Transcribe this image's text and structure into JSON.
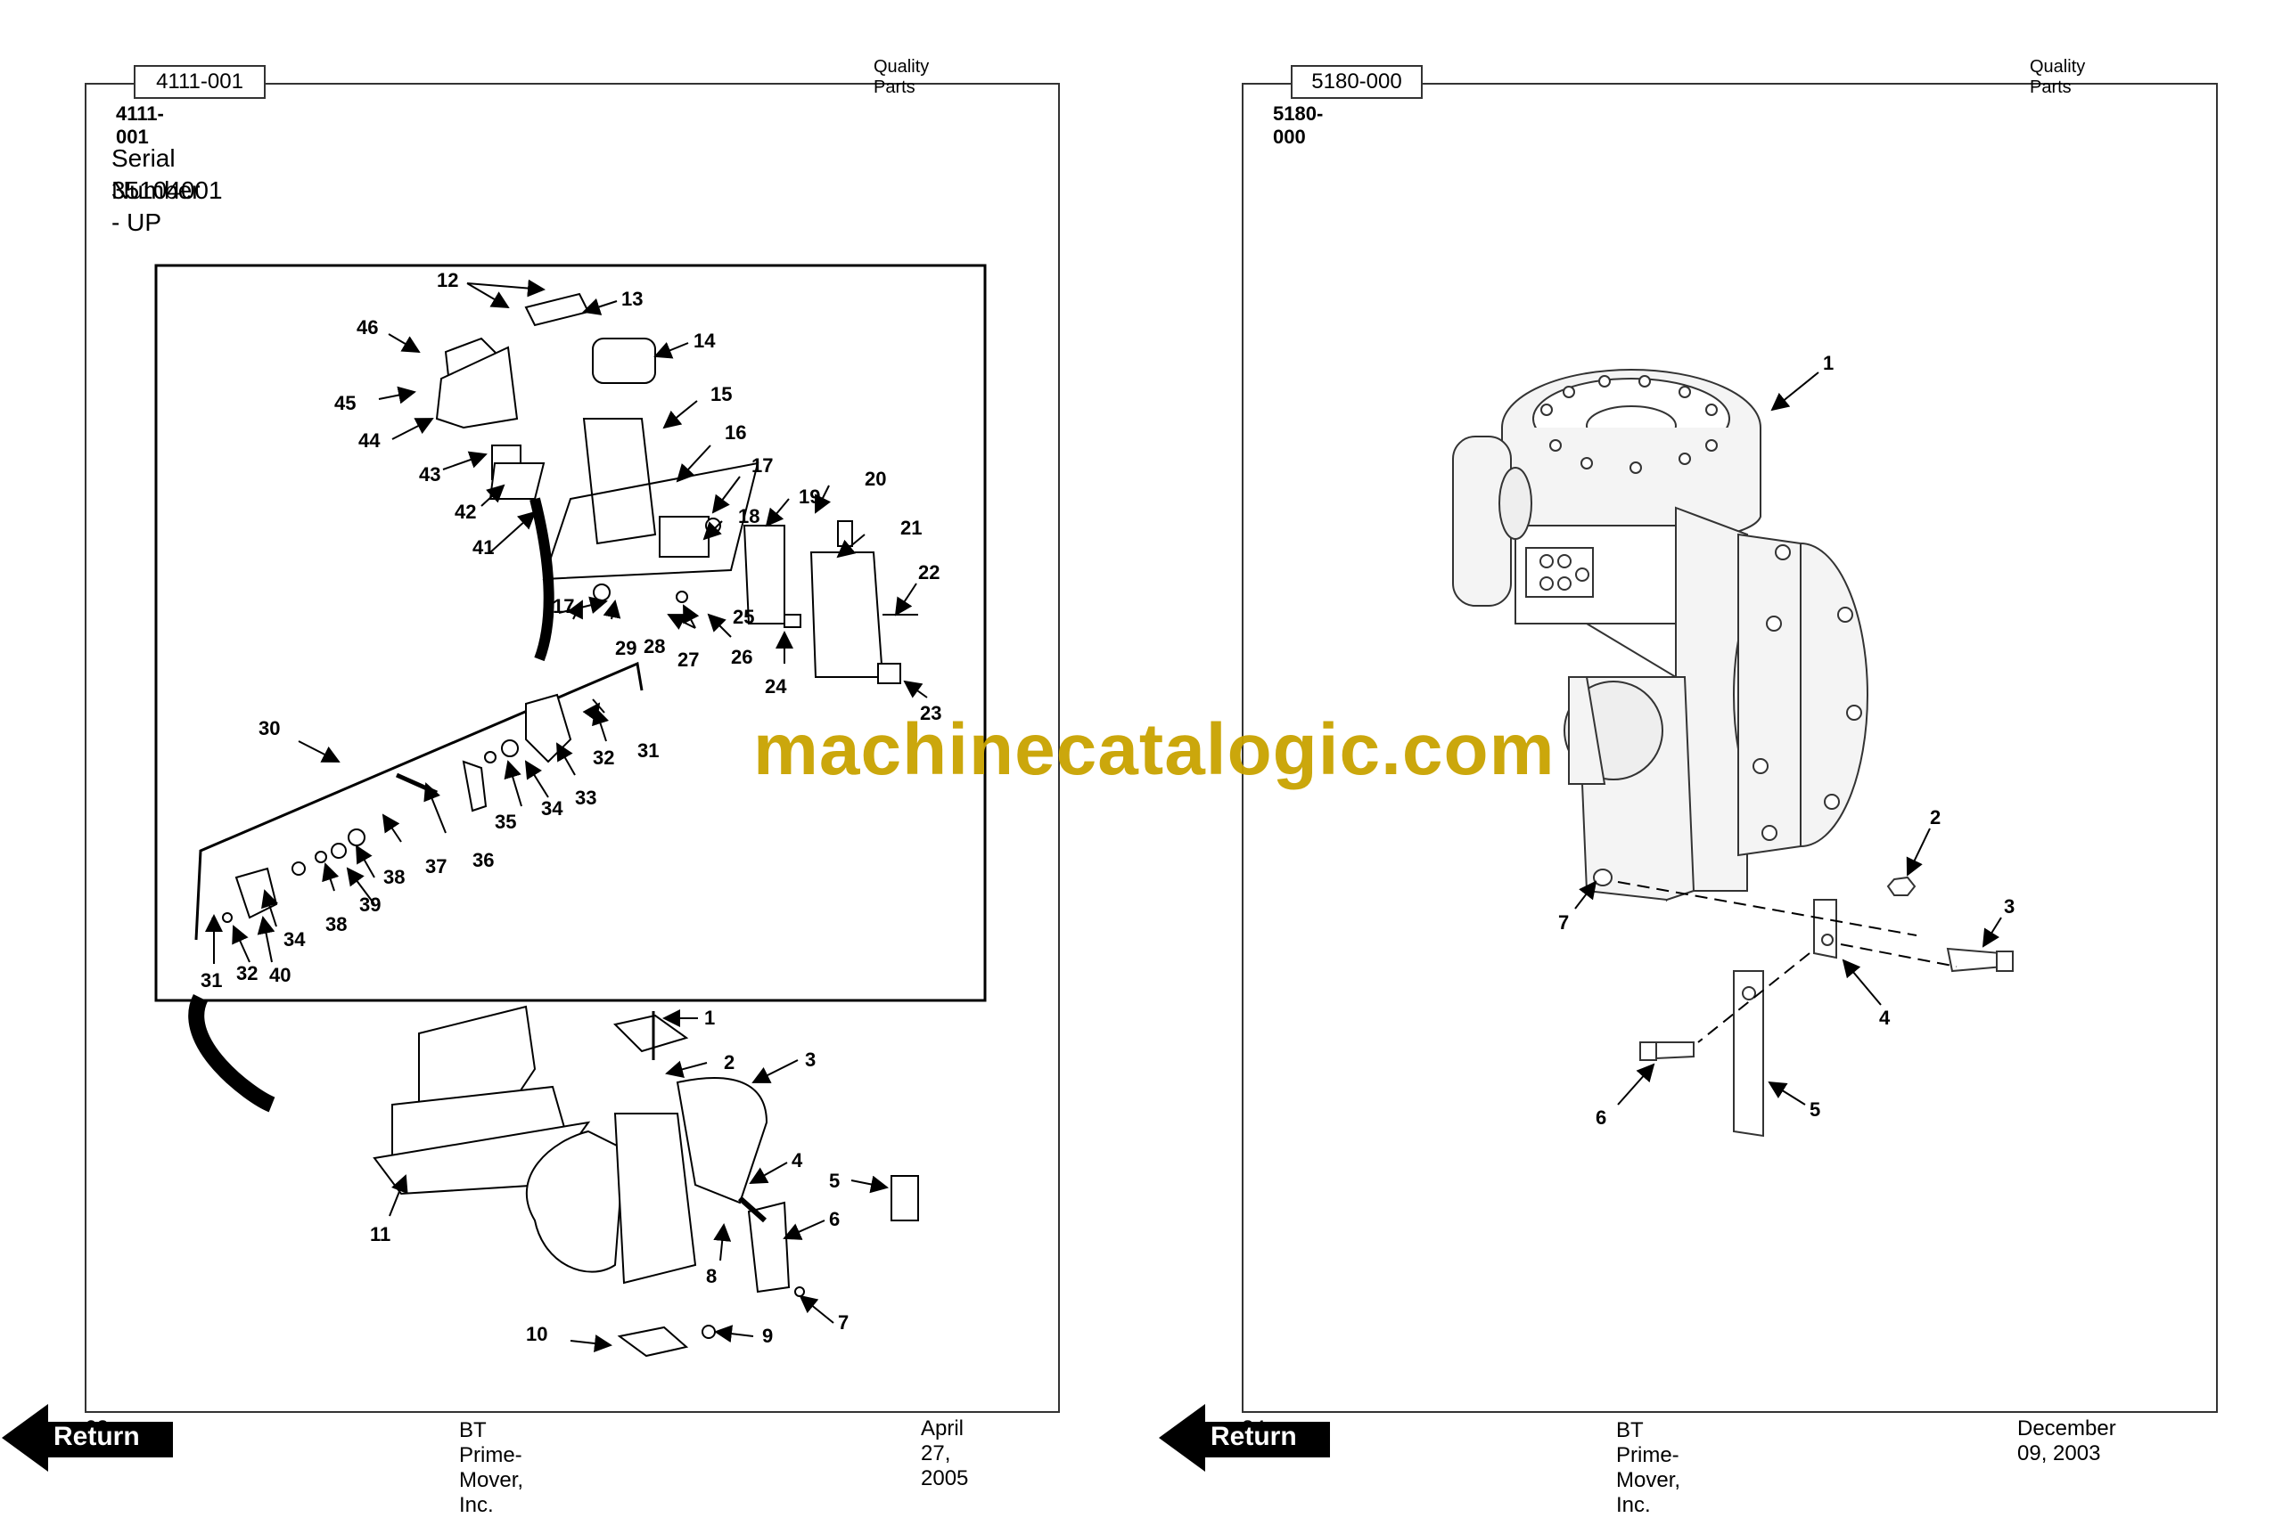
{
  "left_page": {
    "tab_code": "4111-001",
    "header_right": "Quality Parts",
    "code_label": "4111-001",
    "serial_line1": "Serial Number",
    "serial_line2": "35104001 - UP",
    "page_number": "62",
    "company": "BT Prime-Mover, Inc.",
    "date": "April 27, 2005",
    "return_label": "Return",
    "callouts_inset": [
      "12",
      "13",
      "14",
      "46",
      "45",
      "44",
      "15",
      "16",
      "43",
      "42",
      "17",
      "19",
      "20",
      "18",
      "21",
      "41",
      "22",
      "17",
      "25",
      "29",
      "28",
      "27",
      "26",
      "24",
      "23",
      "30",
      "31",
      "32",
      "33",
      "34",
      "35",
      "36",
      "37",
      "38",
      "39",
      "38",
      "34",
      "31",
      "32",
      "40"
    ],
    "callouts_main": [
      "1",
      "2",
      "3",
      "4",
      "5",
      "6",
      "7",
      "8",
      "9",
      "10",
      "11"
    ]
  },
  "right_page": {
    "tab_code": "5180-000",
    "header_right": "Quality Parts",
    "code_label": "5180-000",
    "page_number": "84",
    "company": "BT Prime-Mover, Inc.",
    "date": "December 09, 2003",
    "return_label": "Return",
    "callouts": [
      "1",
      "2",
      "3",
      "4",
      "5",
      "6",
      "7"
    ]
  },
  "watermark": "machinecatalogic.com",
  "colors": {
    "watermark": "#c9a300",
    "frame": "#333333"
  }
}
